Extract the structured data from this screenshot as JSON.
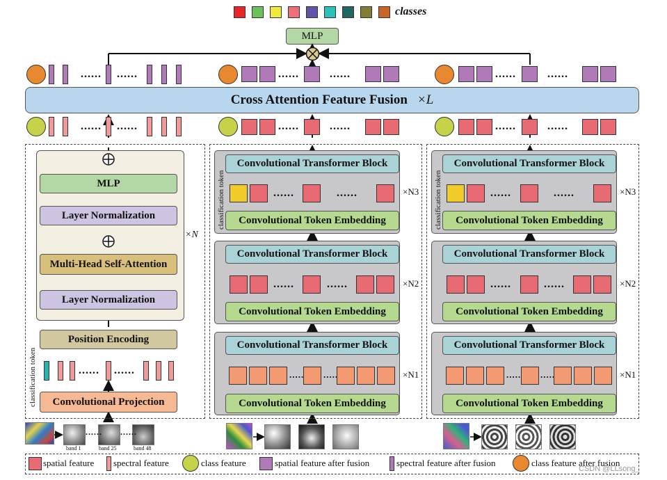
{
  "top": {
    "legend_colors": [
      "#e8262a",
      "#6cc25a",
      "#eeea40",
      "#ee6f7a",
      "#5e55a8",
      "#2cc0bb",
      "#23665f",
      "#7f7d38",
      "#c8662a"
    ],
    "classes_label": "classes",
    "mlp_label": "MLP"
  },
  "fusion": {
    "title": "Cross Attention Feature Fusion",
    "repeat": "×L"
  },
  "branch_left": {
    "mlp": "MLP",
    "layer_norm_top": "Layer Normalization",
    "mhsa": "Multi-Head Self-Attention",
    "layer_norm_bottom": "Layer Normalization",
    "repeat": "×N",
    "position_encoding": "Position Encoding",
    "conv_projection": "Convolutional Projection",
    "classification_token": "classification token",
    "bands": [
      "band 1",
      "band 25",
      "band 48"
    ]
  },
  "branch_middle": {
    "ctb": "Convolutional Transformer Block",
    "cte": "Convolutional Token Embedding",
    "classification_token": "classification token",
    "repeats": [
      "×N3",
      "×N2",
      "×N1"
    ]
  },
  "branch_right": {
    "ctb": "Convolutional Transformer Block",
    "cte": "Convolutional Token Embedding",
    "classification_token": "classification token",
    "repeats": [
      "×N3",
      "×N2",
      "×N1"
    ]
  },
  "dots": "......",
  "legend": {
    "spatial": "spatial feature",
    "spectral": "spectral feature",
    "class": "class feature",
    "spatial_fusion": "spatial feature after fusion",
    "spectral_fusion": "spectral feature after fusion",
    "class_fusion": "class feature after fusion"
  },
  "watermark": "CSDN @LLsong_"
}
